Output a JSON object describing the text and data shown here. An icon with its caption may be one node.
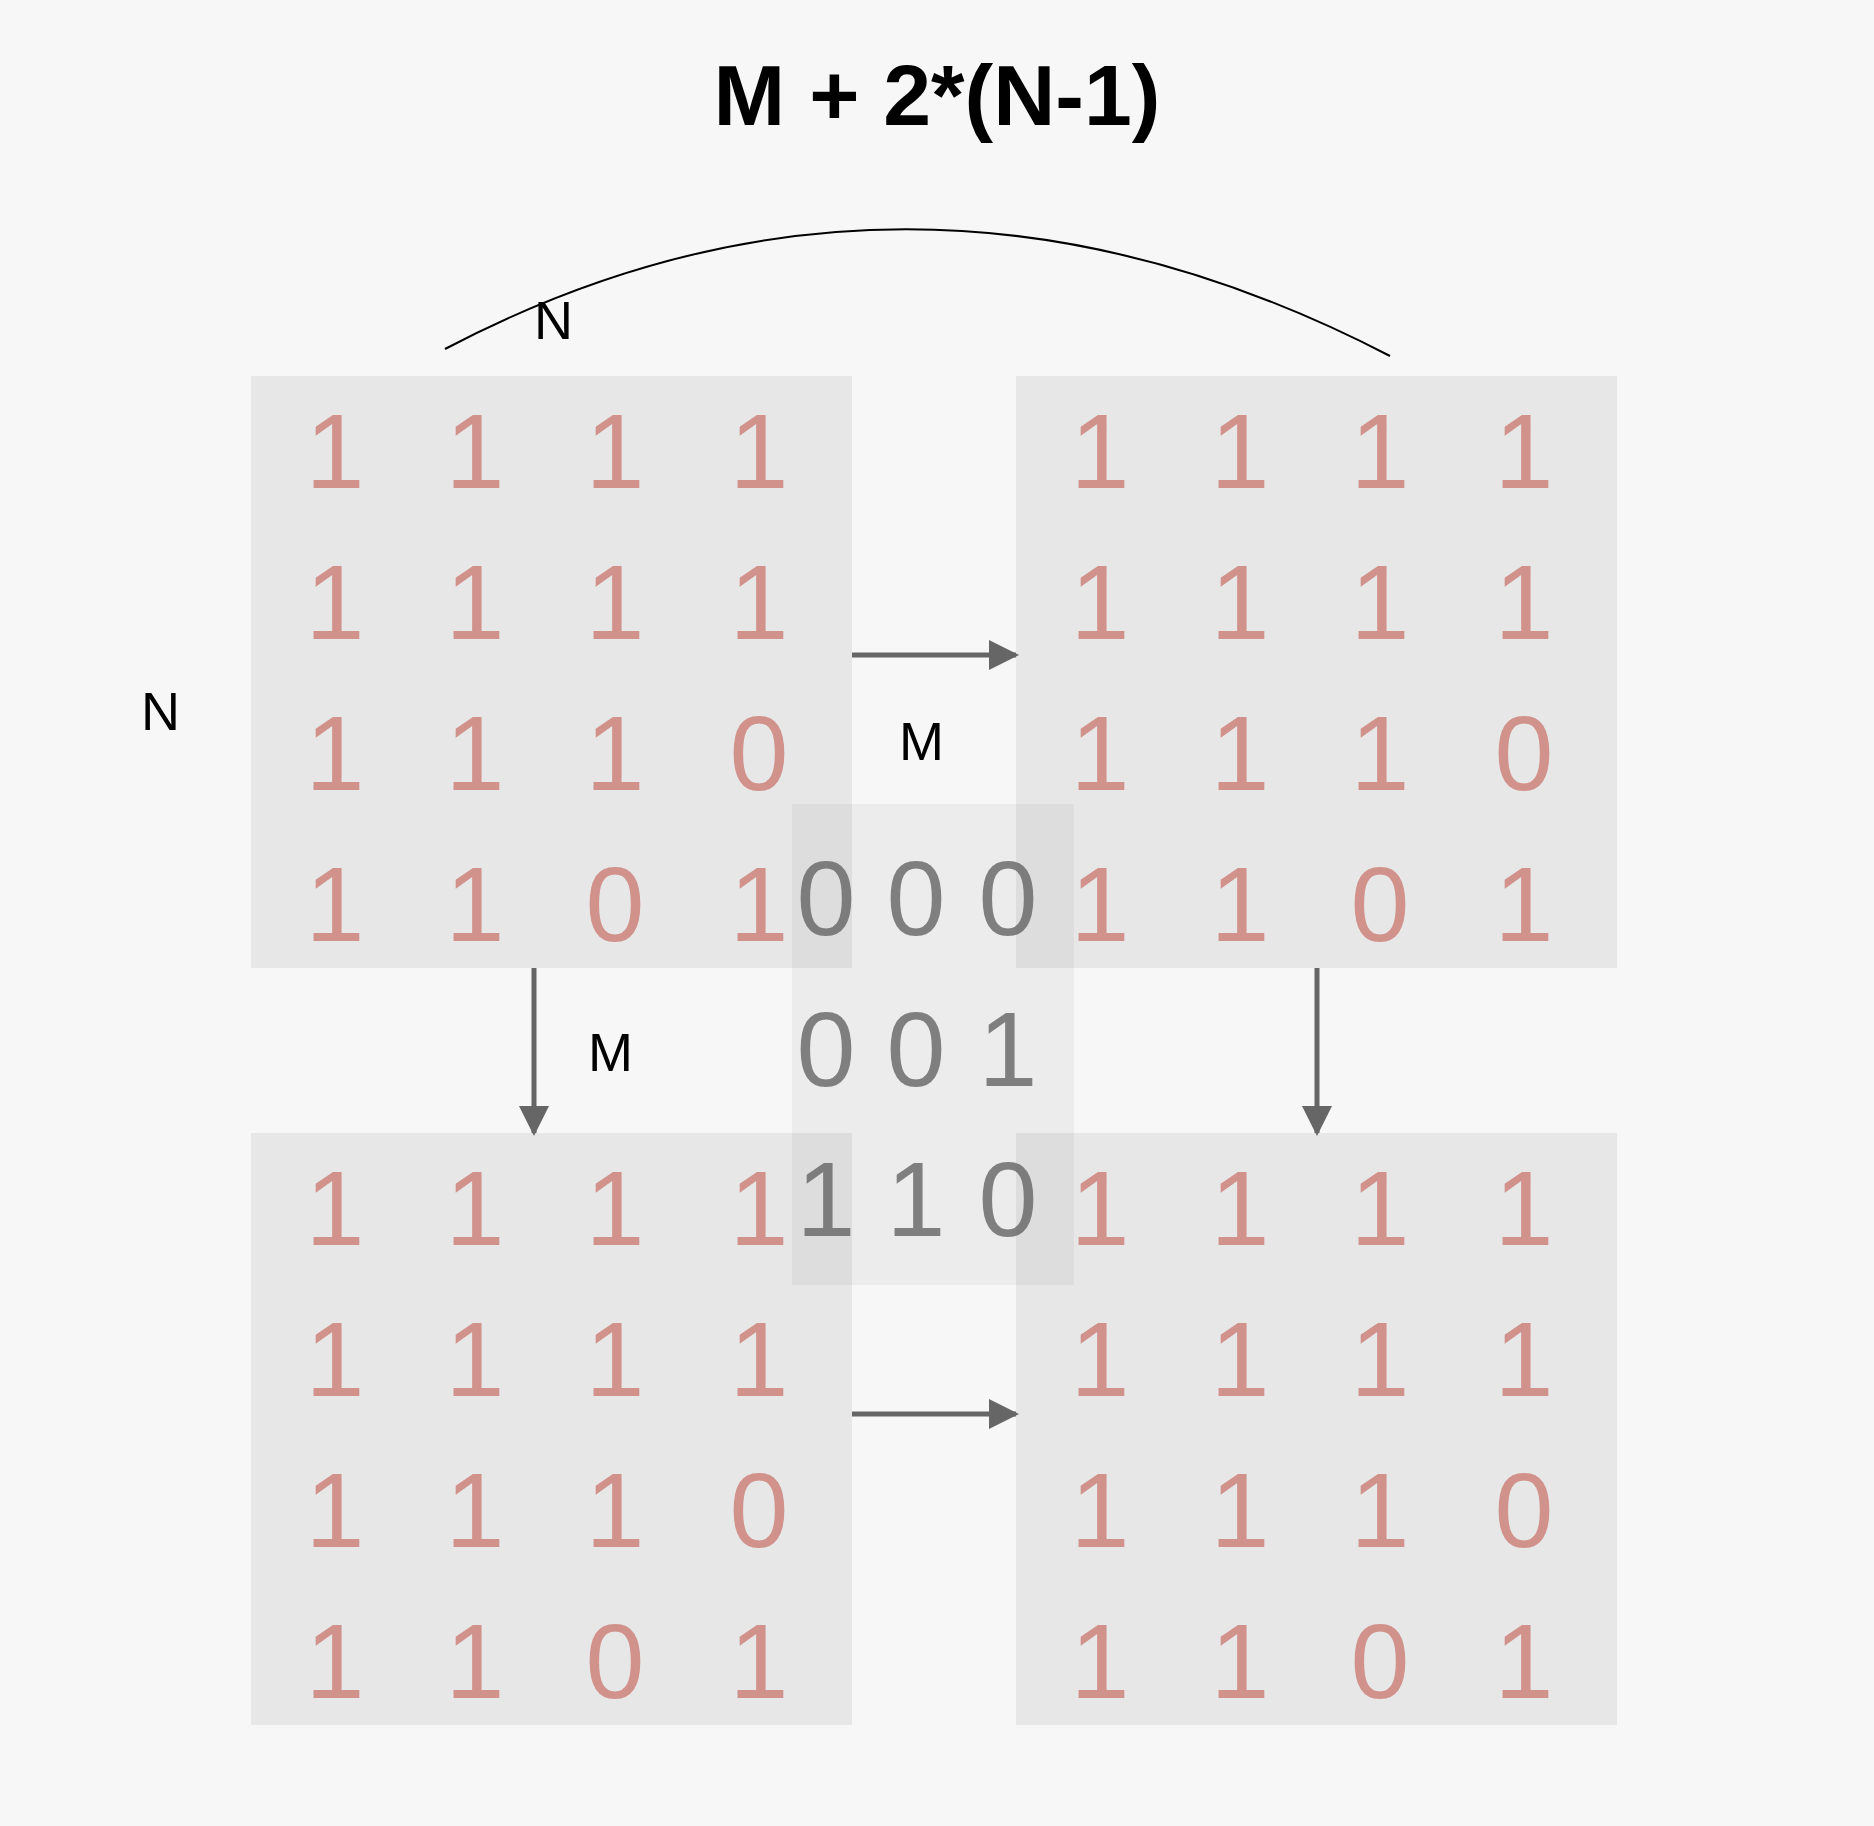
{
  "diagram": {
    "title": "M + 2*(N-1)",
    "nodes": [
      {
        "text": [
          "1",
          "1",
          "1",
          "1",
          "1",
          "1",
          "1",
          "1",
          "1",
          "1",
          "1",
          "0",
          "1",
          "1",
          "0",
          "1"
        ]
      },
      {
        "text": [
          "1",
          "1",
          "1",
          "1",
          "1",
          "1",
          "1",
          "1",
          "1",
          "1",
          "1",
          "0",
          "1",
          "1",
          "0",
          "1"
        ]
      },
      {
        "text": [
          "0",
          "0",
          "0",
          "0",
          "0",
          "1",
          "1",
          "1",
          "0"
        ]
      },
      {
        "text": [
          "1",
          "1",
          "1",
          "1",
          "1",
          "1",
          "1",
          "1",
          "1",
          "1",
          "1",
          "0",
          "1",
          "1",
          "0",
          "1"
        ]
      },
      {
        "text": [
          "1",
          "1",
          "1",
          "1",
          "1",
          "1",
          "1",
          "1",
          "1",
          "1",
          "1",
          "0",
          "1",
          "1",
          "0",
          "1"
        ]
      }
    ],
    "edges": [
      {
        "from": 0,
        "to": 1,
        "arrow": "to"
      },
      {
        "from": 0,
        "to": 3,
        "arrow": "to"
      },
      {
        "from": 1,
        "to": 4,
        "arrow": "to"
      },
      {
        "from": 3,
        "to": 4,
        "arrow": "to"
      }
    ],
    "labels": [
      "N",
      "N",
      "M",
      "M"
    ]
  }
}
